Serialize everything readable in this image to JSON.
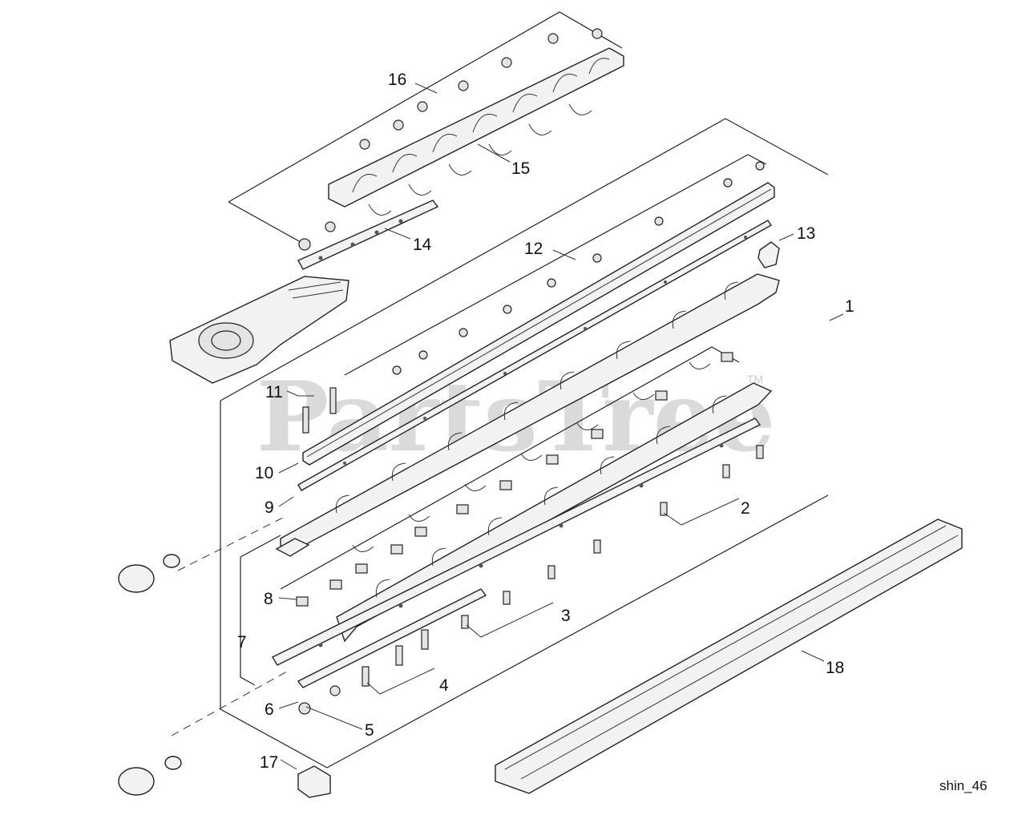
{
  "watermark": {
    "text": "PartsTree",
    "tm": "TM"
  },
  "diagram_code": "shin_46",
  "callouts": [
    "16",
    "15",
    "14",
    "12",
    "13",
    "1",
    "11",
    "10",
    "9",
    "2",
    "8",
    "3",
    "7",
    "4",
    "6",
    "5",
    "17",
    "18"
  ]
}
